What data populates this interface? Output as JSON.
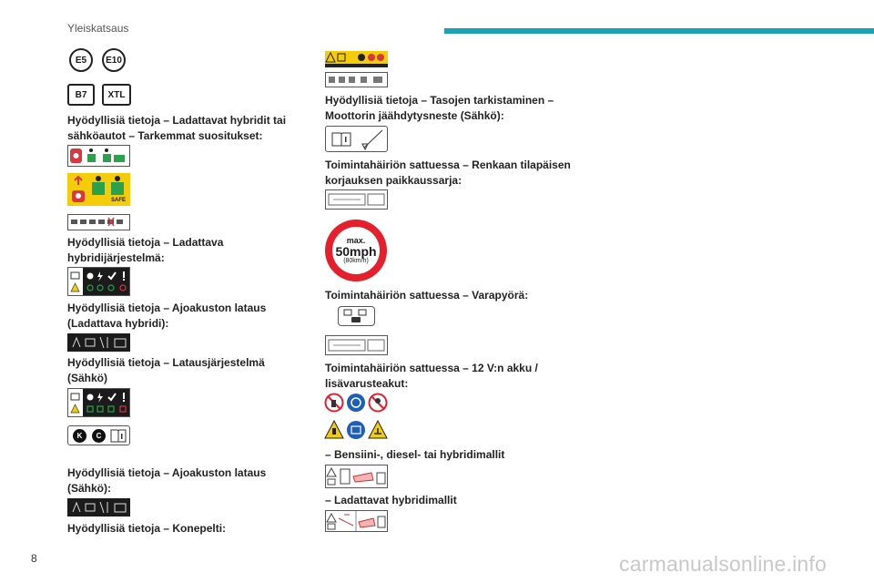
{
  "header": {
    "section": "Yleiskatsaus",
    "accent_color": "#1aa1b3"
  },
  "page_number": "8",
  "watermark": "carmanualsonline.info",
  "left": {
    "fuel_circles": [
      "E5",
      "E10"
    ],
    "fuel_squares": [
      "B7",
      "XTL"
    ],
    "heading_1": "Hyödyllisiä tietoja – Ladattavat hybridit tai sähköautot – Tarkemmat suositukset:",
    "safe_label": "SAFE",
    "heading_2": "Hyödyllisiä tietoja – Ladattava hybridijärjestelmä:",
    "heading_3": "Hyödyllisiä tietoja – Ajoakuston lataus (Ladattava hybridi):",
    "heading_4": "Hyödyllisiä tietoja – Latausjärjestelmä (Sähkö)",
    "kc_badges": [
      "K",
      "C"
    ],
    "heading_5": "Hyödyllisiä tietoja – Ajoakuston lataus (Sähkö):",
    "heading_6": "Hyödyllisiä tietoja – Konepelti:"
  },
  "right": {
    "heading_1": "Hyödyllisiä tietoja – Tasojen tarkistaminen – Moottorin jäähdytysneste (Sähkö):",
    "heading_2": "Toimintahäiriön sattuessa – Renkaan tilapäisen korjauksen paikkaussarja:",
    "speed_sign": {
      "top": "max.",
      "main": "50mph",
      "sub": "(80km/h)",
      "color": "#e3202b"
    },
    "heading_3": "Toimintahäiriön sattuessa – Varapyörä:",
    "heading_4": "Toimintahäiriön sattuessa – 12 V:n akku / lisävarusteakut:",
    "heading_5": "– Bensiini-, diesel- tai hybridimallit",
    "heading_6": "– Ladattavat hybridimallit"
  }
}
